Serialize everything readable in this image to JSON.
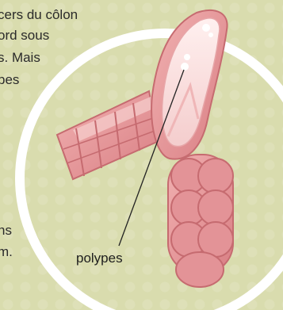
{
  "text_left": {
    "line1": "cers du côlon",
    "line2": "ord sous",
    "line3": "s. Mais",
    "line4": "pes",
    "line5": "ns",
    "line6": "m."
  },
  "label": "polypes",
  "colors": {
    "background": "#d9dcae",
    "ring": "#ffffff",
    "tissue": "#e59a9a",
    "tissue_light": "#f6cfcf",
    "tissue_dark": "#c86f73"
  }
}
